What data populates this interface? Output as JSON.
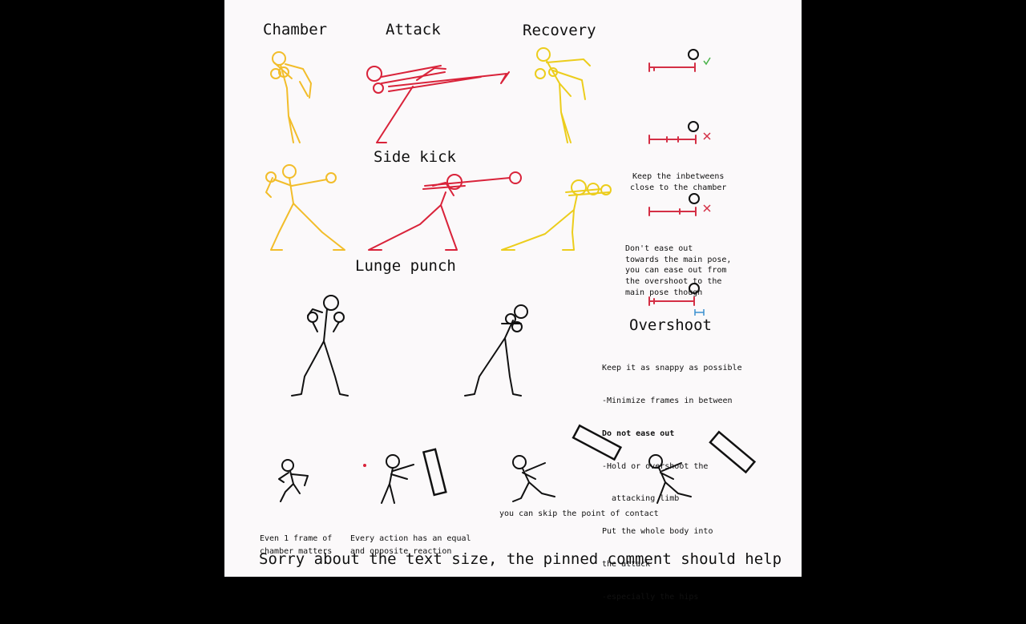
{
  "colors": {
    "background": "#000000",
    "canvas": "#fbf9fa",
    "chamber": "#f2bd2a",
    "attack": "#d9233a",
    "recovery": "#eccd1c",
    "timeline": "#d42f45",
    "check": "#4bb34b",
    "cross": "#d42f45",
    "overshoot_marker": "#3a8fd0",
    "ink": "#111111"
  },
  "headers": {
    "chamber": "Chamber",
    "attack": "Attack",
    "recovery": "Recovery"
  },
  "moves": {
    "side_kick": "Side kick",
    "lunge_punch": "Lunge punch"
  },
  "timeline_notes": {
    "note1": [
      "Keep the inbetweens",
      "close to the chamber"
    ],
    "note2": [
      "Don't ease out",
      "towards the main pose,",
      "you can ease out from",
      "the overshoot to the",
      "main pose though"
    ],
    "overshoot_title": "Overshoot"
  },
  "tips": [
    {
      "text": "Keep it as snappy as possible",
      "bold": false
    },
    {
      "text": "-Minimize frames in between",
      "bold": false
    },
    {
      "text": "Do not ease out",
      "bold": true
    },
    {
      "text": "-Hold or overshoot the",
      "bold": false
    },
    {
      "text": "  attacking limb",
      "bold": false
    },
    {
      "text": "Put the whole body into",
      "bold": false
    },
    {
      "text": "the attack",
      "bold": false
    },
    {
      "text": "-especially the hips",
      "bold": false
    }
  ],
  "captions": {
    "frame": [
      "Even 1 frame of",
      "chamber matters"
    ],
    "reaction": [
      "Every action has an equal",
      "and opposite reaction"
    ],
    "contact": "you can skip the point of contact"
  },
  "footer": "Sorry about the text size, the pinned comment should help",
  "icons": {
    "check": "check-icon",
    "cross": "cross-icon"
  }
}
